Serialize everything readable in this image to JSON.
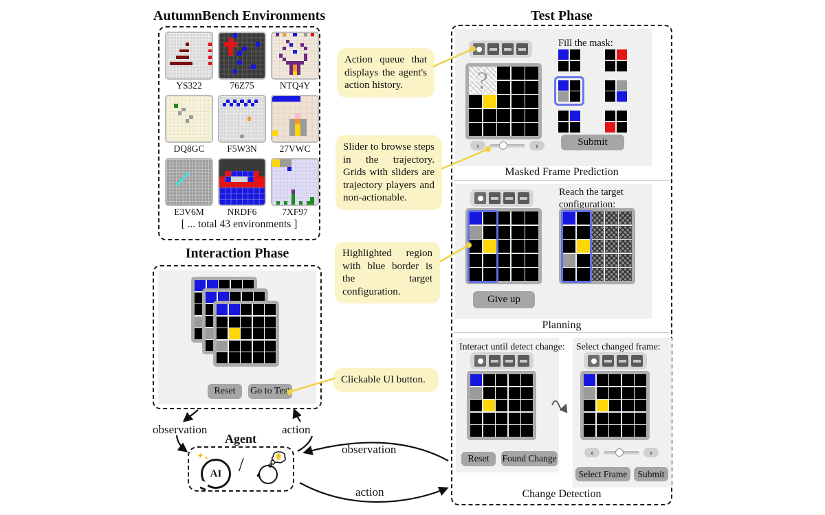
{
  "cell_colors": {
    "K": "#000000",
    "B": "#1717df",
    "Y": "#ffd608",
    "G": "#9b9b9b",
    "R": "#e11515",
    "D": "#7c1113",
    "P": "#6e2a80",
    "O": "#f2992e",
    "N": "#1e8a1e",
    "C": "#43dede",
    "W": "#d4d4d4",
    "T": "#3a3a3a",
    "I": "#ffb9cb"
  },
  "accent_colors": {
    "callout_bg": "#faf3c6",
    "connector_yellow": "#f0d243",
    "highlight_blue": "#5f6fe8",
    "panel_gray": "#f0f0f0"
  },
  "env": {
    "title": "AutumnBench Environments",
    "more_label": "[ ... total 43 environments ]",
    "environments": [
      {
        "label": "YS322",
        "bg": "#d8d8d8",
        "line": "rgba(255,255,255,0.55)",
        "rows": [
          "..............",
          "..............",
          "..............",
          "......D......R",
          "..............",
          "....DDD......R",
          "..............",
          "...DDDD......R",
          "..............",
          ".DDDDDDD.....R",
          "..............",
          "..............",
          "..............",
          ".............."
        ]
      },
      {
        "label": "76Z75",
        "bg": "#3a3a3a",
        "line": "#5d5d5d",
        "rows": [
          "...B......",
          "..R.......",
          ".RRR....B.",
          "..R..B....",
          "..R.B.....",
          "..........",
          "....B.....",
          ".......B..",
          "...B......",
          ".........."
        ]
      },
      {
        "label": "NTQ4Y",
        "bg": "#f2e8dc",
        "line": "rgba(0,0,0,0.06)",
        "rows": [
          ".P.O..B..G.R.",
          "::::::::::::.",
          "....P........",
          ".....B..P....",
          "...P.....P...",
          "......B......",
          "..P......P...",
          "...P.....P...",
          "....PPPPP....",
          ".....POP.....",
          ".....POP.....",
          ".....PYP.....",
          "............."
        ]
      },
      {
        "label": "DQ8GC",
        "bg": "#f7f3d9",
        "line": "rgba(0,0,0,0.05)",
        "rows": [
          "............",
          "............",
          "..N.........",
          "....G.......",
          "...G........",
          "......G.....",
          ".....G......",
          "............",
          "............",
          "............",
          "............",
          "............"
        ]
      },
      {
        "label": "F5W3N",
        "bg": "#d8d8d8",
        "line": "rgba(255,255,255,0.5)",
        "rows": [
          ".............",
          "..B.B.B.B.B..",
          ".B.B.B.B.B...",
          ".............",
          ".............",
          ".............",
          "........O....",
          ".............",
          ".............",
          ".............",
          ".............",
          "......G......",
          "............."
        ]
      },
      {
        "label": "27VWC",
        "bg": "#eee1d3",
        "line": "rgba(0,0,0,0.05)",
        "rows": [
          "BBBBB...",
          "........",
          "........",
          "....I...",
          "...GOG..",
          "...GYG..",
          "Y..GYG..",
          "........"
        ]
      },
      {
        "label": "E3V6M",
        "bg": "#9e9e9e",
        "line": "rgba(255,255,255,0.35)",
        "rows": [
          "..............",
          "..............",
          "..............",
          "..............",
          "......C.......",
          ".....C........",
          "....C.........",
          "...C..........",
          "..............",
          "..............",
          "..............",
          "..............",
          "..............",
          ".............."
        ]
      },
      {
        "label": "NRDF6",
        "bg": "#1818e0",
        "line": "rgba(255,255,255,0.3)",
        "rows": [
          "TTTTTTTT",
          "TTTTTTTT",
          "TR....RT",
          "R.WWW.RR",
          "RRRRRRRR",
          "........",
          "........",
          "........"
        ]
      },
      {
        "label": "7XF97",
        "bg": "#dedcf7",
        "line": "rgba(0,0,0,0.05)",
        "rows": [
          "YYGGG.......",
          "YYGGG.......",
          "....B.......",
          "............",
          "............",
          "............",
          "............",
          "............",
          ".....P......",
          ".....N......",
          ".....N....N.",
          ".N.N.N.N.NN."
        ]
      }
    ]
  },
  "action_queue": {
    "items": [
      "press",
      "noop",
      "noop",
      "noop"
    ]
  },
  "icons": {
    "prev": "‹",
    "next": "›"
  },
  "interaction": {
    "title": "Interaction Phase",
    "grid": [
      "BBKKK",
      "KKKKK",
      "KYKKK",
      "GKKKK",
      "KKKKK"
    ],
    "buttons": {
      "reset": "Reset",
      "go_to_test": "Go to Test"
    }
  },
  "agent": {
    "title": "Agent",
    "observation_label": "observation",
    "action_label": "action",
    "ai_label": "AI",
    "slash": "/",
    "sparkle": "✦"
  },
  "loop": {
    "observation_label": "observation",
    "action_label": "action"
  },
  "callouts": [
    {
      "text": "Action queue that displays the agent's action history."
    },
    {
      "text": "Slider to browse steps in the trajectory. Grids with sliders are trajectory players and non-actionable."
    },
    {
      "text": "Highlighted region with blue border is the target configuration."
    },
    {
      "text": "Clickable UI button."
    }
  ],
  "test": {
    "title": "Test Phase",
    "mfp": {
      "caption": "Masked Frame Prediction",
      "fill_label": "Fill the mask:",
      "mask_glyph": "?",
      "grid": [
        "MMKKK",
        "MMKKK",
        "KYKKK",
        "KKKKK",
        "KKKKK"
      ],
      "options": [
        {
          "cells": "BKKK",
          "selected": false
        },
        {
          "cells": "KRKK",
          "selected": false
        },
        {
          "cells": "BKGK",
          "selected": true
        },
        {
          "cells": "KGKB",
          "selected": false
        },
        {
          "cells": "KBKK",
          "selected": false
        },
        {
          "cells": "KKRK",
          "selected": false
        }
      ],
      "submit_label": "Submit"
    },
    "planning": {
      "caption": "Planning",
      "target_label": "Reach the target configuration:",
      "grid": [
        "BKKKK",
        "GKKKK",
        "KYKKK",
        "KKKKK",
        "KKKKK"
      ],
      "target_grid": [
        "BKXXX",
        "KKXXX",
        "KYXXX",
        "GKXXX",
        "KKXXX"
      ],
      "give_up_label": "Give up"
    },
    "cd": {
      "caption": "Change Detection",
      "interact_label": "Interact until detect change:",
      "select_label": "Select changed frame:",
      "grid": [
        "BKKKK",
        "GKKKK",
        "KYKKK",
        "KKKKK",
        "KKKKK"
      ],
      "buttons": {
        "reset": "Reset",
        "found": "Found Change",
        "select_frame": "Select Frame",
        "submit": "Submit"
      }
    }
  }
}
